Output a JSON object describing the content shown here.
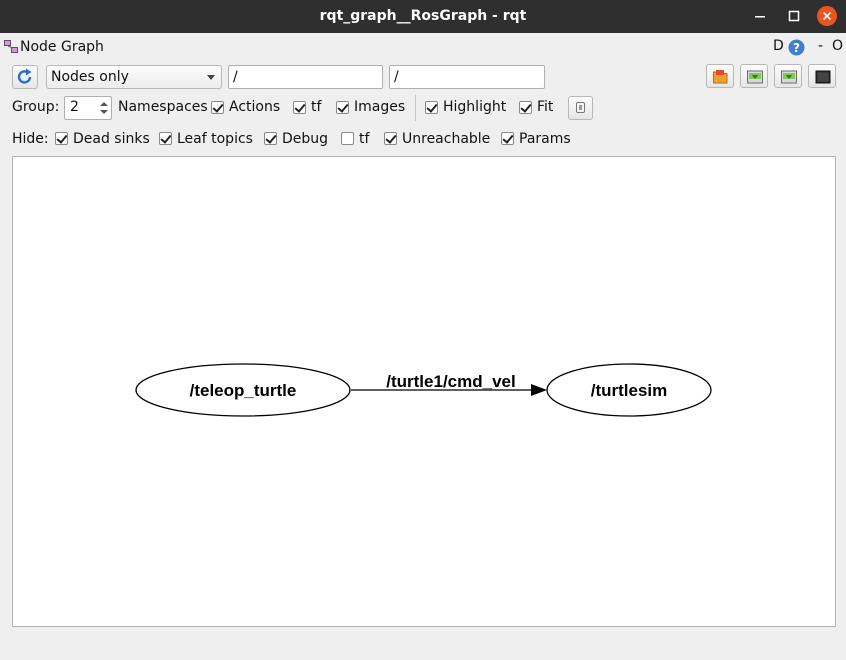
{
  "window": {
    "title": "rqt_graph__RosGraph - rqt"
  },
  "plugin": {
    "title": "Node Graph",
    "right_d": "D",
    "right_dash": "-",
    "right_o": "O"
  },
  "toolbar": {
    "view_mode": "Nodes only",
    "filter_1": "/",
    "filter_2": "/"
  },
  "options": {
    "group_label": "Group:",
    "group_value": "2",
    "namespaces_label": "Namespaces",
    "actions_label": "Actions",
    "tf_label": "tf",
    "images_label": "Images",
    "highlight_label": "Highlight",
    "fit_label": "Fit"
  },
  "hide": {
    "hide_label": "Hide:",
    "dead_sinks_label": "Dead sinks",
    "leaf_topics_label": "Leaf topics",
    "debug_label": "Debug",
    "tf_label": "tf",
    "unreachable_label": "Unreachable",
    "params_label": "Params"
  },
  "graph": {
    "nodes": [
      {
        "label": "/teleop_turtle"
      },
      {
        "label": "/turtlesim"
      }
    ],
    "edges": [
      {
        "label": "/turtle1/cmd_vel"
      }
    ]
  },
  "colors": {
    "titlebar": "#2f2f2f",
    "close_button": "#e95420",
    "canvas": "#ffffff",
    "window_bg": "#efefef"
  }
}
